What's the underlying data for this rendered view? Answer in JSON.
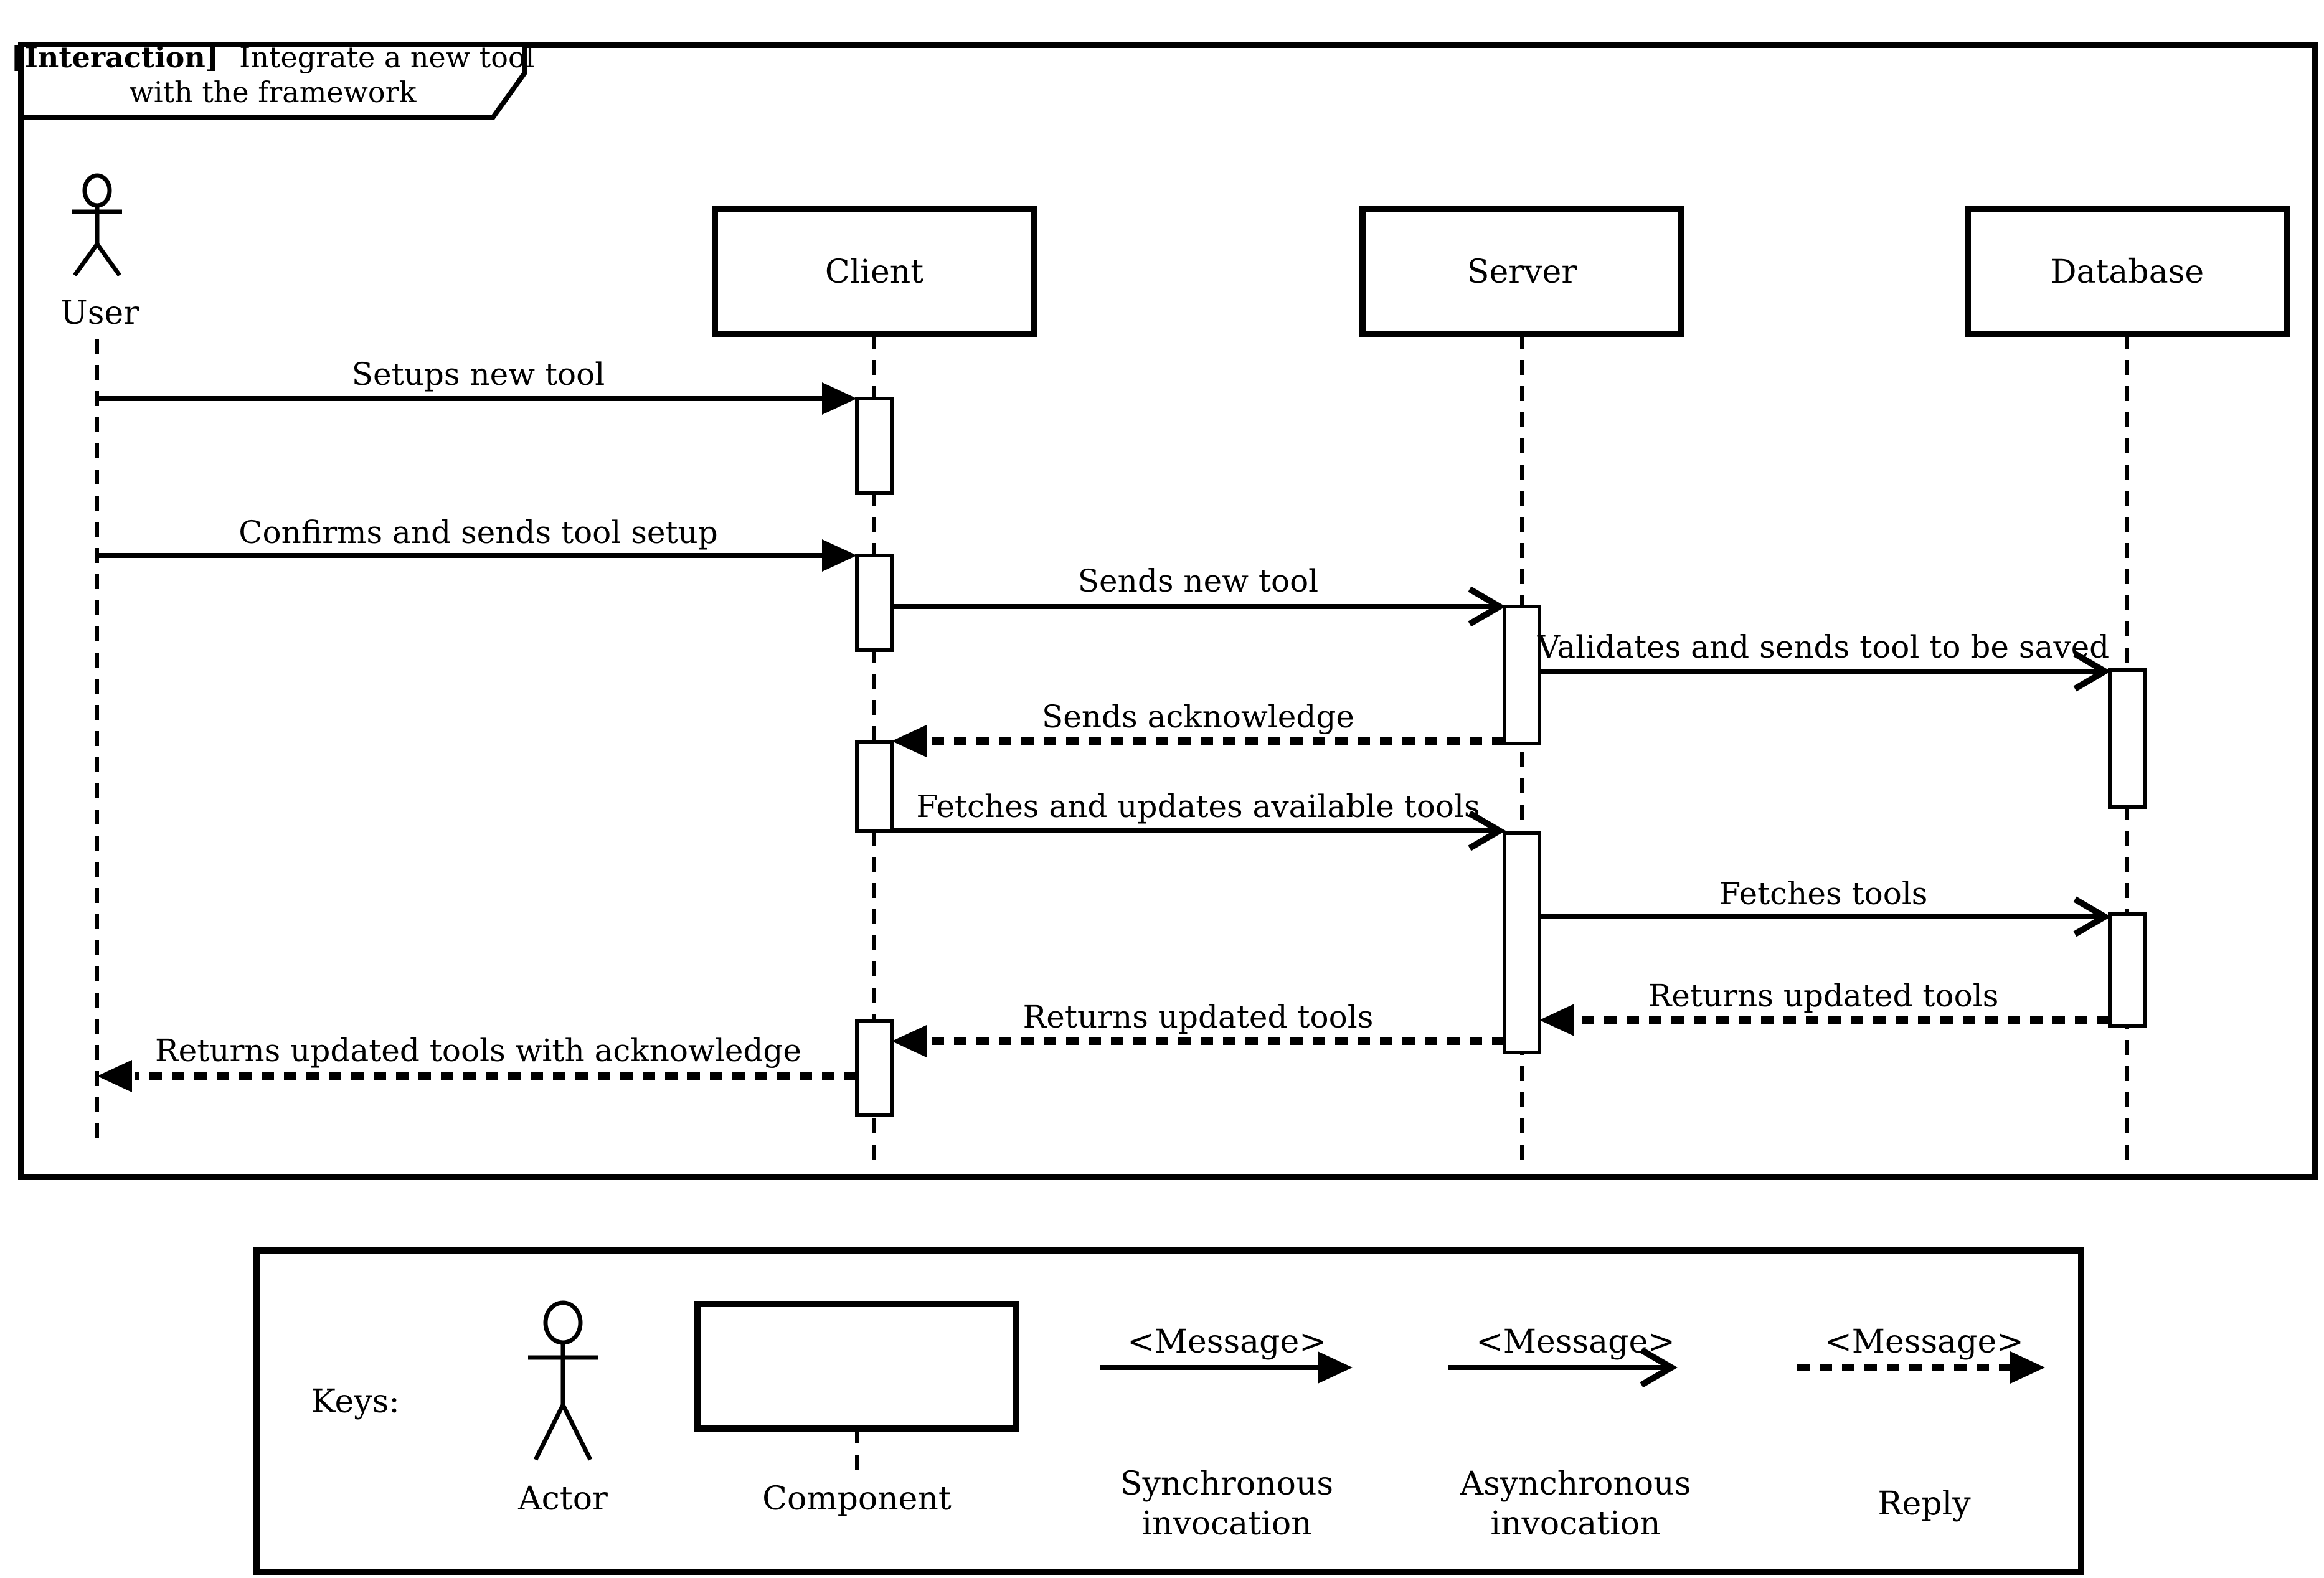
{
  "colors": {
    "ink": "#000000",
    "paper": "#ffffff"
  },
  "frame": {
    "title_keyword": "[Interaction]",
    "title_rest": "Integrate a new tool",
    "title_line2": "with the framework"
  },
  "lifelines": {
    "user": {
      "label": "User",
      "kind": "actor"
    },
    "client": {
      "label": "Client",
      "kind": "component"
    },
    "server": {
      "label": "Server",
      "kind": "component"
    },
    "database": {
      "label": "Database",
      "kind": "component"
    }
  },
  "messages": [
    {
      "label": "Setups new tool",
      "from": "User",
      "to": "Client",
      "type": "synchronous"
    },
    {
      "label": "Confirms and sends tool setup",
      "from": "User",
      "to": "Client",
      "type": "synchronous"
    },
    {
      "label": "Sends new tool",
      "from": "Client",
      "to": "Server",
      "type": "asynchronous"
    },
    {
      "label": "Validates and sends tool to be saved",
      "from": "Server",
      "to": "Database",
      "type": "asynchronous"
    },
    {
      "label": "Sends acknowledge",
      "from": "Server",
      "to": "Client",
      "type": "reply"
    },
    {
      "label": "Fetches and updates available tools",
      "from": "Client",
      "to": "Server",
      "type": "asynchronous"
    },
    {
      "label": "Fetches tools",
      "from": "Server",
      "to": "Database",
      "type": "asynchronous"
    },
    {
      "label": "Returns updated tools",
      "from": "Database",
      "to": "Server",
      "type": "reply"
    },
    {
      "label": "Returns updated tools",
      "from": "Server",
      "to": "Client",
      "type": "reply"
    },
    {
      "label": "Returns updated tools with acknowledge",
      "from": "Client",
      "to": "User",
      "type": "reply"
    }
  ],
  "legend": {
    "title": "Keys:",
    "actor_label": "Actor",
    "component_label": "Component",
    "message_placeholder": "<Message>",
    "synchronous_line1": "Synchronous",
    "synchronous_line2": "invocation",
    "asynchronous_line1": "Asynchronous",
    "asynchronous_line2": "invocation",
    "reply_label": "Reply"
  }
}
